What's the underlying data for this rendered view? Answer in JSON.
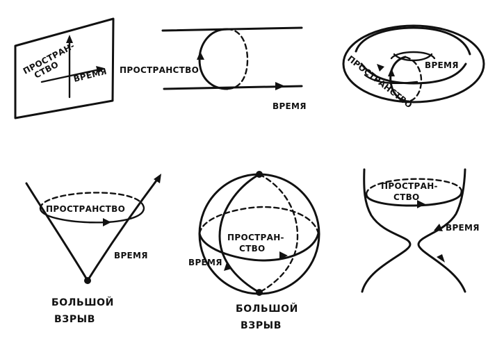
{
  "labels": {
    "space": "ПРОСТРАНСТВО",
    "space_part1": "ПРОСТРАН-",
    "space_part2": "СТВО",
    "time": "ВРЕМЯ",
    "big_bang_line1": "БОЛЬШОЙ",
    "big_bang_line2": "ВЗРЫВ"
  }
}
